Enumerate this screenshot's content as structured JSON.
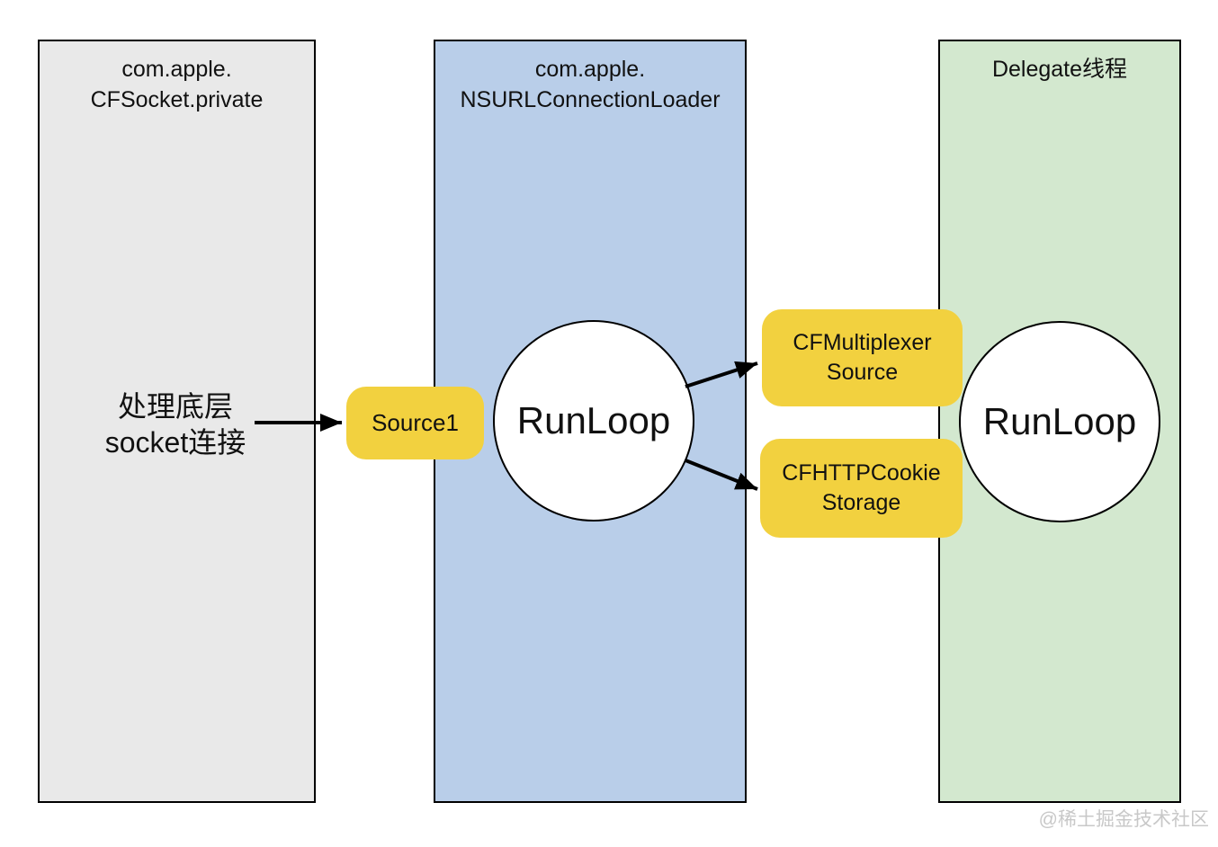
{
  "left_panel": {
    "title_line1": "com.apple.",
    "title_line2": "CFSocket.private",
    "note_line1": "处理底层",
    "note_line2": "socket连接"
  },
  "middle_panel": {
    "title_line1": "com.apple.",
    "title_line2": "NSURLConnectionLoader",
    "runloop_label": "RunLoop"
  },
  "right_panel": {
    "title": "Delegate线程",
    "runloop_label": "RunLoop"
  },
  "nodes": {
    "source1_label": "Source1",
    "multiplexer_line1": "CFMultiplexer",
    "multiplexer_line2": "Source",
    "cookie_line1": "CFHTTPCookie",
    "cookie_line2": "Storage"
  },
  "colors": {
    "panel_left_bg": "#e9e9e9",
    "panel_middle_bg": "#b9cee9",
    "panel_right_bg": "#d3e8cf",
    "node_bg": "#f2d13f",
    "arrow": "#000000",
    "watermark_text": "#c8c8c8"
  },
  "watermark": "@稀土掘金技术社区"
}
